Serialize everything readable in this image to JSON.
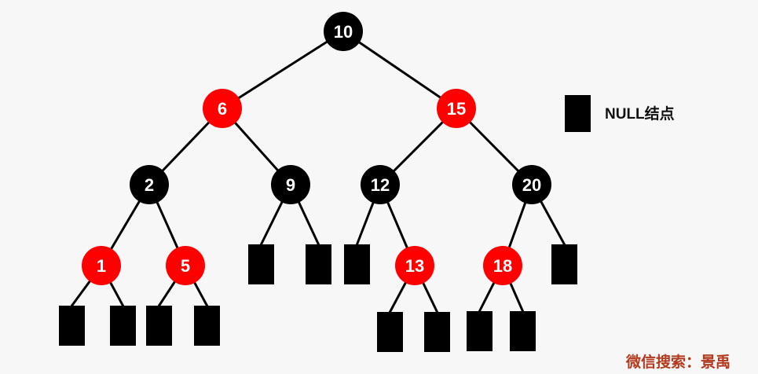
{
  "colors": {
    "red": "#ff0000",
    "black": "#000000",
    "label": "#ffffff",
    "watermark": "#b33a1f"
  },
  "tree": {
    "nodes": [
      {
        "id": "n10",
        "label": "10",
        "color": "black"
      },
      {
        "id": "n6",
        "label": "6",
        "color": "red"
      },
      {
        "id": "n15",
        "label": "15",
        "color": "red"
      },
      {
        "id": "n2",
        "label": "2",
        "color": "black"
      },
      {
        "id": "n9",
        "label": "9",
        "color": "black"
      },
      {
        "id": "n12",
        "label": "12",
        "color": "black"
      },
      {
        "id": "n20",
        "label": "20",
        "color": "black"
      },
      {
        "id": "n1",
        "label": "1",
        "color": "red"
      },
      {
        "id": "n5",
        "label": "5",
        "color": "red"
      },
      {
        "id": "n13",
        "label": "13",
        "color": "red"
      },
      {
        "id": "n18",
        "label": "18",
        "color": "red"
      }
    ],
    "edges": [
      {
        "from": "n10",
        "to": "n6"
      },
      {
        "from": "n10",
        "to": "n15"
      },
      {
        "from": "n6",
        "to": "n2"
      },
      {
        "from": "n6",
        "to": "n9"
      },
      {
        "from": "n15",
        "to": "n12"
      },
      {
        "from": "n15",
        "to": "n20"
      },
      {
        "from": "n2",
        "to": "n1"
      },
      {
        "from": "n2",
        "to": "n5"
      },
      {
        "from": "n9",
        "to": "null-9-left"
      },
      {
        "from": "n9",
        "to": "null-9-right"
      },
      {
        "from": "n12",
        "to": "null-12-left"
      },
      {
        "from": "n12",
        "to": "n13"
      },
      {
        "from": "n20",
        "to": "n18"
      },
      {
        "from": "n20",
        "to": "null-20-right"
      },
      {
        "from": "n1",
        "to": "null-1-left"
      },
      {
        "from": "n1",
        "to": "null-1-right"
      },
      {
        "from": "n5",
        "to": "null-5-left"
      },
      {
        "from": "n5",
        "to": "null-5-right"
      },
      {
        "from": "n13",
        "to": "null-13-left"
      },
      {
        "from": "n13",
        "to": "null-13-right"
      },
      {
        "from": "n18",
        "to": "null-18-left"
      },
      {
        "from": "n18",
        "to": "null-18-right"
      }
    ]
  },
  "legend": {
    "null_label": "NULL结点"
  },
  "watermark": "微信搜索：景禹"
}
